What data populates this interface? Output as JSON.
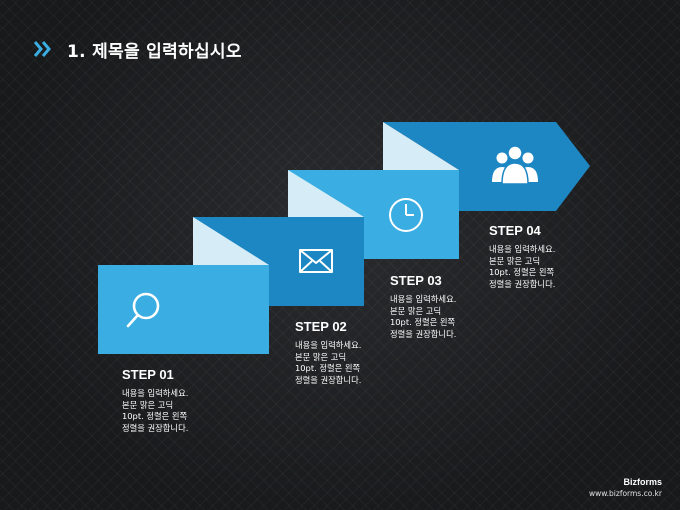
{
  "title": "1. 제목을 입력하십시오",
  "colors": {
    "light_blue": "#3aaee2",
    "dark_blue": "#1d87c4",
    "fold": "#d6ecf7",
    "background": "#1b1c1e"
  },
  "icons": [
    "double-chevron-icon",
    "search-icon",
    "mail-icon",
    "clock-icon",
    "users-icon"
  ],
  "steps": [
    {
      "label": "STEP 01",
      "lines": [
        "내용을 입력하세요.",
        "본문 맑은 고딕",
        "10pt. 정렬은 왼쪽",
        "정렬을 권장합니다."
      ]
    },
    {
      "label": "STEP 02",
      "lines": [
        "내용을 입력하세요.",
        "본문 맑은 고딕",
        "10pt. 정렬은 왼쪽",
        "정렬을 권장합니다."
      ]
    },
    {
      "label": "STEP 03",
      "lines": [
        "내용을 입력하세요.",
        "본문 맑은 고딕",
        "10pt. 정렬은 왼쪽",
        "정렬을 권장합니다."
      ]
    },
    {
      "label": "STEP 04",
      "lines": [
        "내용을 입력하세요.",
        "본문 맑은 고딕",
        "10pt. 정렬은 왼쪽",
        "정렬을 권장합니다."
      ]
    }
  ],
  "brand": {
    "name": "Bizforms",
    "url": "www.bizforms.co.kr"
  }
}
